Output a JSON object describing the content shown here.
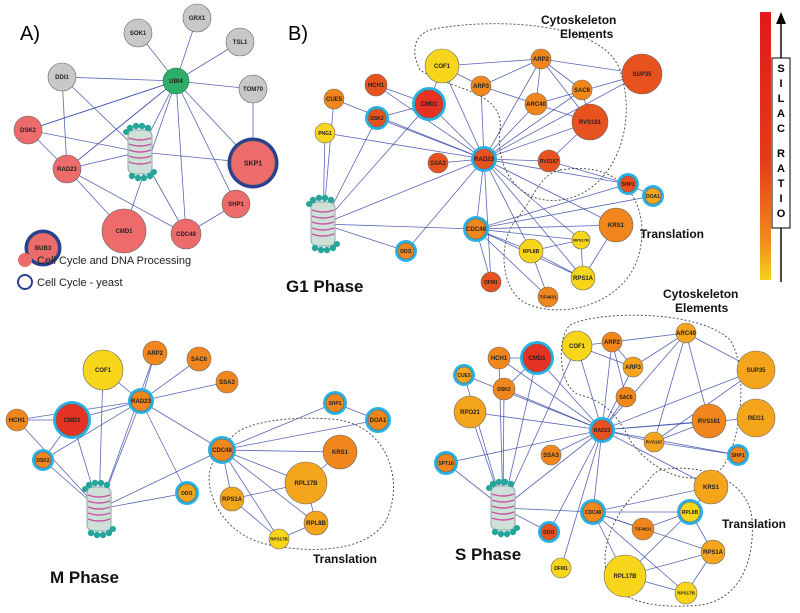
{
  "panel_a": {
    "label": "A)",
    "legend": {
      "red_dot": "Cell Cycle and DNA Processing",
      "blue_ring": "Cell Cycle - yeast"
    },
    "nodes": [
      "SOK1",
      "GRX1",
      "TSL1",
      "DDI1",
      "UBI4",
      "TOM70",
      "DSK2",
      "SKP1",
      "RAD23",
      "BUB3",
      "SHP1",
      "CMD1",
      "CDC48"
    ]
  },
  "panel_b": {
    "label": "B)",
    "silac_label": "SILAC RATIO",
    "phases": {
      "g1": {
        "title": "G1 Phase",
        "groups": {
          "cytoskeleton": [
            "Cytoskeleton",
            "Elements"
          ],
          "translation": "Translation"
        },
        "nodes": [
          "COF1",
          "ARP2",
          "SUP35",
          "HCH1",
          "CUE5",
          "ARP3",
          "SAC6",
          "CMD1",
          "DSK2",
          "ARC40",
          "RVS161",
          "PNG1",
          "SSA3",
          "RAD23",
          "RVS167",
          "SHP1",
          "DOA1",
          "KRS1",
          "CDC48",
          "DDI1",
          "RPL8B",
          "RPS17B",
          "RPS1A",
          "DFM1",
          "TIF4631"
        ]
      },
      "m": {
        "title": "M Phase",
        "groups": {
          "translation": "Translation"
        },
        "nodes": [
          "COF1",
          "ARP2",
          "SAC6",
          "SSA3",
          "HCH1",
          "CMD1",
          "RAD23",
          "SHP1",
          "DOA1",
          "DSK2",
          "CDC48",
          "KRS1",
          "DDI1",
          "RPL17B",
          "RPS1A",
          "RPL8B",
          "RPS17B"
        ]
      },
      "s": {
        "title": "S Phase",
        "groups": {
          "cytoskeleton": [
            "Cytoskeleton",
            "Elements"
          ],
          "translation": "Translation"
        },
        "nodes": [
          "COF1",
          "ARP2",
          "ARC40",
          "HCH1",
          "CMD1",
          "ARP3",
          "SUP35",
          "CUE5",
          "DSK2",
          "SAC6",
          "RPO21",
          "RAD23",
          "RVS161",
          "REG1",
          "RVS167",
          "SHP1",
          "SSA3",
          "SPT16",
          "KRS1",
          "CDC48",
          "RPL8B",
          "TIF4631",
          "DDI1",
          "RPS1A",
          "DFM1",
          "RPL17B",
          "RPS17B"
        ]
      }
    }
  },
  "colors": {
    "red_node": "#ee6b6b",
    "grey_node": "#c8c8c8",
    "green_node": "#2fae6a",
    "blue_ring": "#2a3f8f",
    "cyan_ring": "#29b1e3",
    "edge": "#3b4ba8",
    "silac_top": "#e01a1a",
    "silac_bottom": "#f5d21c"
  }
}
